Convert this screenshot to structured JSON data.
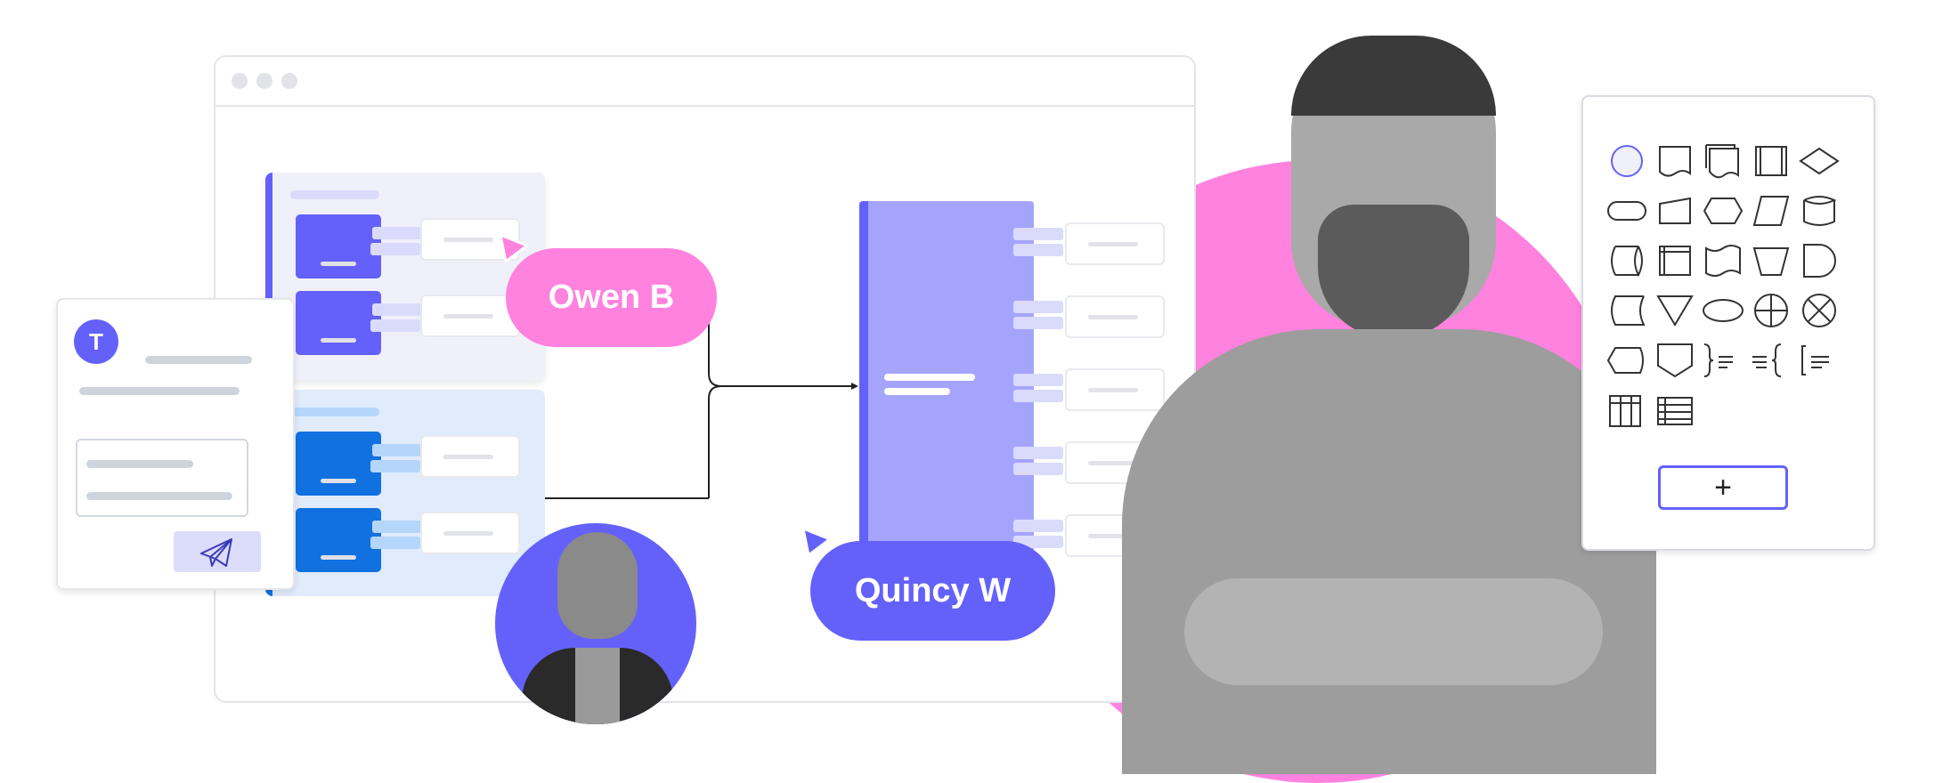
{
  "collaborators": {
    "owen": {
      "name": "Owen B",
      "color": "#ff82df"
    },
    "quincy": {
      "name": "Quincy W",
      "color": "#6461fb"
    }
  },
  "chat_card": {
    "avatar_initial": "T",
    "send_icon": "paper-plane-icon"
  },
  "shape_panel": {
    "add_label": "+",
    "shapes": [
      "circle",
      "document",
      "multi-document",
      "predefined-process",
      "decision",
      "terminator",
      "manual-input",
      "preparation",
      "data",
      "database",
      "direct-access-storage",
      "internal-storage",
      "punched-tape",
      "manual-operation",
      "delay",
      "stored-data",
      "merge",
      "ellipse",
      "or",
      "summing-junction",
      "display",
      "off-page-reference",
      "annotation-right",
      "annotation-left",
      "annotation-bracket",
      "table-vertical",
      "table"
    ]
  },
  "colors": {
    "accent": "#6461fb",
    "pink": "#ff82df",
    "blue": "#1171e1"
  }
}
